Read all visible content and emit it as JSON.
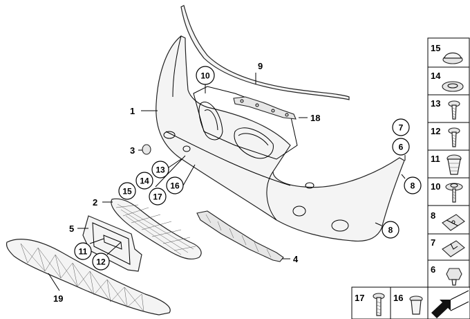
{
  "diagram": {
    "labels": [
      "1",
      "2",
      "3",
      "4",
      "5",
      "9",
      "18",
      "19"
    ],
    "callouts": [
      "10",
      "13",
      "14",
      "15",
      "16",
      "17",
      "7",
      "6",
      "8",
      "8",
      "11",
      "12"
    ],
    "sidebar_parts": [
      "15",
      "14",
      "13",
      "12",
      "11",
      "10",
      "8",
      "7",
      "6"
    ],
    "bottom_parts": [
      "17",
      "16"
    ]
  }
}
